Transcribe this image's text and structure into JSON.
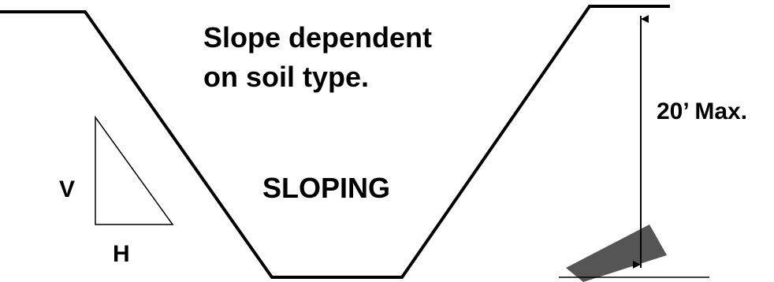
{
  "annotation": {
    "line1": "Slope dependent",
    "line2": "on soil type."
  },
  "method_label": "SLOPING",
  "depth_label": "20’ Max.",
  "ratio_triangle": {
    "vertical_label": "V",
    "horizontal_label": "H"
  },
  "colors": {
    "line": "#000000",
    "ladder": "#555555",
    "background": "#ffffff"
  },
  "icons": {
    "ladder": "ladder-shape",
    "depth_arrows": "double-headed-arrow"
  }
}
